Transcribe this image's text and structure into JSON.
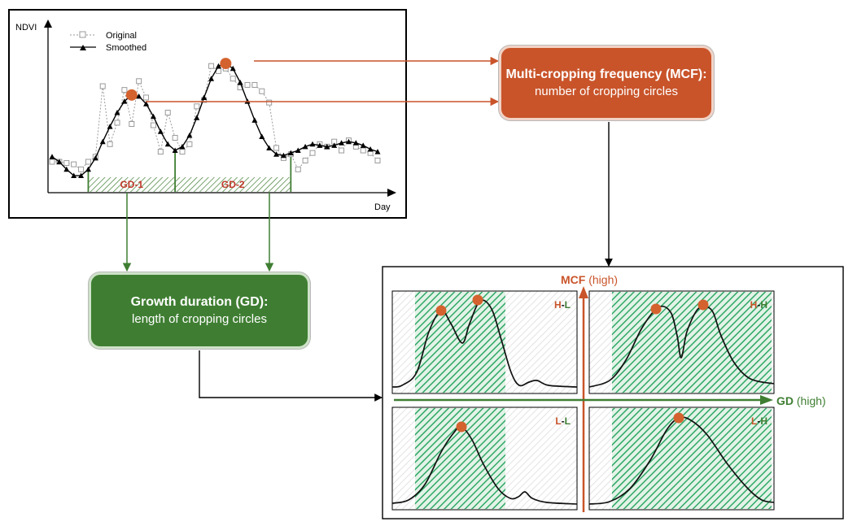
{
  "chart_data": {
    "type": "line",
    "ylabel": "NDVI",
    "xlabel": "Day",
    "legend": {
      "placement": "top-left",
      "entries": [
        "Original",
        "Smoothed"
      ]
    },
    "series": [
      {
        "name": "Original",
        "values": [
          0.2,
          0.2,
          0.19,
          0.18,
          0.14,
          0.2,
          0.24,
          0.8,
          0.34,
          0.51,
          0.77,
          0.5,
          0.84,
          0.71,
          0.49,
          0.28,
          0.59,
          0.39,
          0.28,
          0.34,
          0.64,
          0.69,
          0.96,
          0.92,
          0.94,
          0.86,
          0.79,
          0.81,
          0.81,
          0.76,
          0.67,
          0.31,
          0.23,
          0.26,
          0.14,
          0.21,
          0.27,
          0.34,
          0.32,
          0.36,
          0.29,
          0.37,
          0.32,
          0.29,
          0.27,
          0.21
        ]
      },
      {
        "name": "Smoothed",
        "values": [
          0.24,
          0.2,
          0.14,
          0.09,
          0.09,
          0.14,
          0.23,
          0.36,
          0.48,
          0.59,
          0.68,
          0.73,
          0.72,
          0.66,
          0.56,
          0.44,
          0.34,
          0.29,
          0.32,
          0.41,
          0.55,
          0.71,
          0.86,
          0.96,
          0.98,
          0.94,
          0.83,
          0.68,
          0.53,
          0.4,
          0.31,
          0.26,
          0.25,
          0.27,
          0.29,
          0.32,
          0.34,
          0.33,
          0.32,
          0.33,
          0.35,
          0.36,
          0.35,
          0.33,
          0.3,
          0.28
        ]
      }
    ],
    "peaks": [
      {
        "label": "",
        "index": 11,
        "value": 0.73
      },
      {
        "label": "",
        "index": 24,
        "value": 0.98
      }
    ],
    "growth_durations": [
      {
        "label": "GD-1",
        "start_index": 5,
        "end_index": 17
      },
      {
        "label": "GD-2",
        "start_index": 17,
        "end_index": 33
      }
    ]
  },
  "boxes": {
    "mcf": {
      "title": "Multi-cropping frequency (MCF):",
      "subtitle": "number of cropping circles",
      "color": "#c9542a"
    },
    "gd": {
      "title": "Growth duration (GD):",
      "subtitle": "length of cropping circles",
      "color": "#3f7e32"
    }
  },
  "quadrant": {
    "y_axis_label": "MCF",
    "y_axis_qualifier": " (high)",
    "x_axis_label": "GD",
    "x_axis_qualifier": " (high)",
    "panels": [
      {
        "id": "hl",
        "mcf_code": "H",
        "separator": "-",
        "gd_code": "L",
        "peaks": 2,
        "duration": "short"
      },
      {
        "id": "hh",
        "mcf_code": "H",
        "separator": "-",
        "gd_code": "H",
        "peaks": 2,
        "duration": "long"
      },
      {
        "id": "ll",
        "mcf_code": "L",
        "separator": "-",
        "gd_code": "L",
        "peaks": 1,
        "duration": "short"
      },
      {
        "id": "lh",
        "mcf_code": "L",
        "separator": "-",
        "gd_code": "H",
        "peaks": 1,
        "duration": "long"
      }
    ]
  },
  "colors": {
    "orange": "#c9542a",
    "green": "#3f7e32",
    "hatch_green": "#2fa866",
    "marker_orange": "#d4622e"
  }
}
